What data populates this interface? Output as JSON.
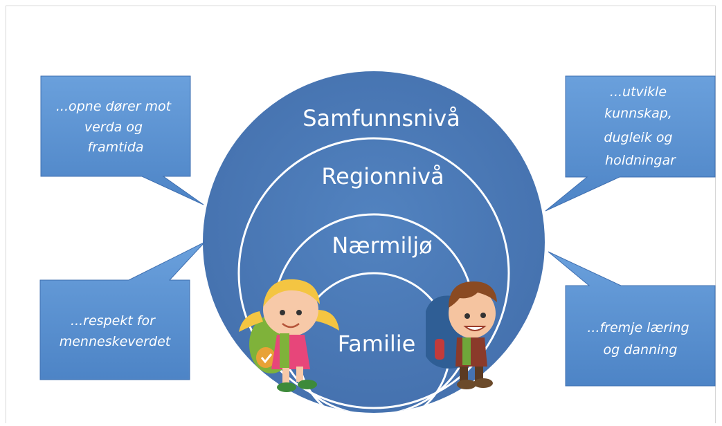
{
  "diagram": {
    "levels": [
      {
        "label": "Samfunnsnivå"
      },
      {
        "label": "Regionnivå"
      },
      {
        "label": "Nærmiljø"
      },
      {
        "label": "Familie"
      }
    ],
    "callouts": {
      "top_left": [
        "...opne dører mot",
        "verda og",
        "framtida"
      ],
      "bottom_left": [
        "...respekt for",
        "menneskeverdet"
      ],
      "top_right": [
        "...utvikle",
        "kunnskap,",
        "dugleik og",
        "holdningar"
      ],
      "bottom_right": [
        "...fremje læring",
        "og danning"
      ]
    },
    "illustrations": {
      "girl": "girl-with-backpack-icon",
      "boy": "boy-with-backpack-icon"
    },
    "colors": {
      "circle": "#4b78b6",
      "ring_stroke": "#ffffff",
      "callout": "#5790d0",
      "callout_edge": "#3f6fb0"
    }
  }
}
